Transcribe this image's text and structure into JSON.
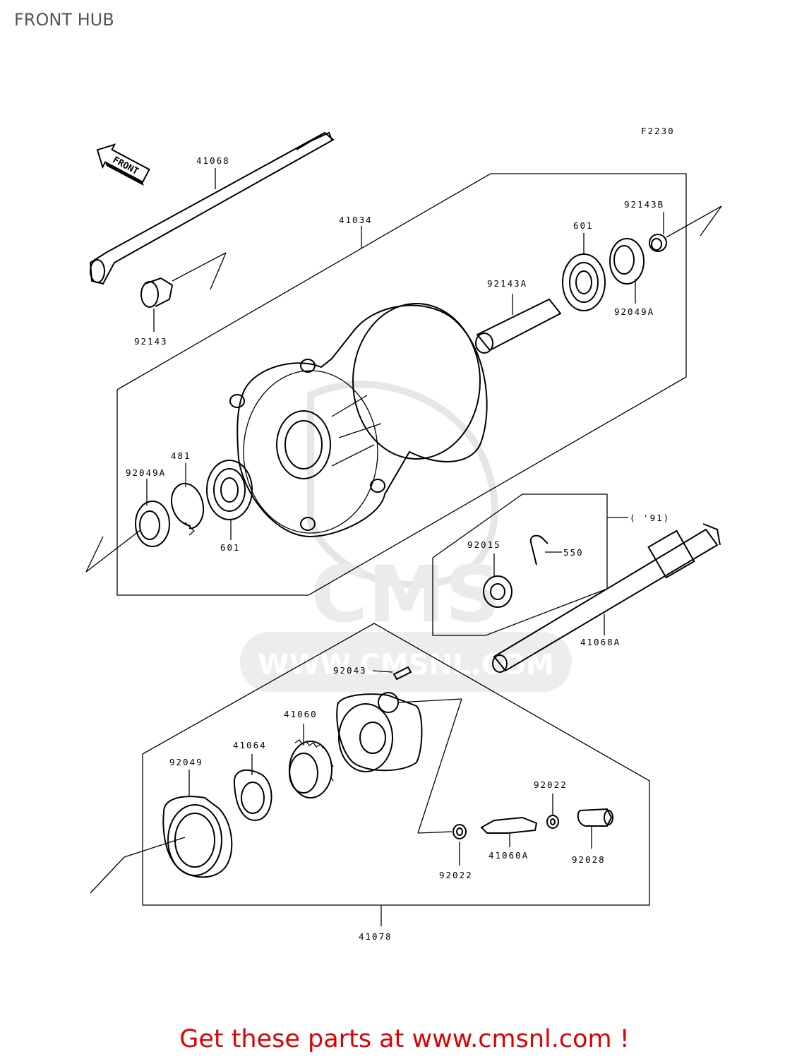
{
  "title": "FRONT HUB",
  "figure_code": "F2230",
  "front_arrow_label": "FRONT",
  "watermark": {
    "logo_text": "CMS",
    "url_text": "WWW.CMSNL.COM"
  },
  "parts": {
    "p41068": "41068",
    "p41034": "41034",
    "p92143B": "92143B",
    "p601_top": "601",
    "p92143A": "92143A",
    "p92049A_top": "92049A",
    "p92143": "92143",
    "p481": "481",
    "p92049A_left": "92049A",
    "p601_left": "601",
    "p91": "( '91)",
    "p92015": "92015",
    "p550": "550",
    "p41068A": "41068A",
    "p92043": "92043",
    "p41060": "41060",
    "p41064": "41064",
    "p92049": "92049",
    "p92022_right": "92022",
    "p92022_left": "92022",
    "p41060A": "41060A",
    "p92028": "92028",
    "p41078": "41078"
  },
  "footer": "Get these parts at www.cmsnl.com !"
}
